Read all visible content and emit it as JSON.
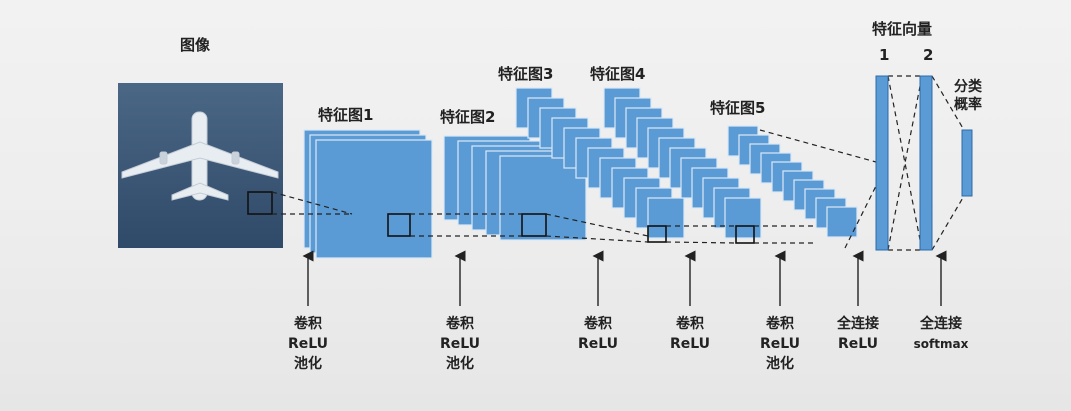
{
  "image_label": "图像",
  "feature_maps": [
    {
      "label": "特征图1"
    },
    {
      "label": "特征图2"
    },
    {
      "label": "特征图3"
    },
    {
      "label": "特征图4"
    },
    {
      "label": "特征图5"
    }
  ],
  "feature_vector": {
    "title": "特征向量",
    "items": [
      "1",
      "2"
    ]
  },
  "classification": {
    "title_line1": "分类",
    "title_line2": "概率"
  },
  "operations": [
    {
      "lines": [
        "卷积",
        "ReLU",
        "池化"
      ]
    },
    {
      "lines": [
        "卷积",
        "ReLU",
        "池化"
      ]
    },
    {
      "lines": [
        "卷积",
        "ReLU"
      ]
    },
    {
      "lines": [
        "卷积",
        "ReLU"
      ]
    },
    {
      "lines": [
        "卷积",
        "ReLU",
        "池化"
      ]
    },
    {
      "lines": [
        "全连接",
        "ReLU"
      ]
    },
    {
      "lines": [
        "全连接",
        "softmax"
      ]
    }
  ],
  "colors": {
    "box_fill": "#5b9bd5",
    "box_stroke": "#2e6aa8",
    "image_bg": "#3e5a7a",
    "arrow": "#222222"
  }
}
